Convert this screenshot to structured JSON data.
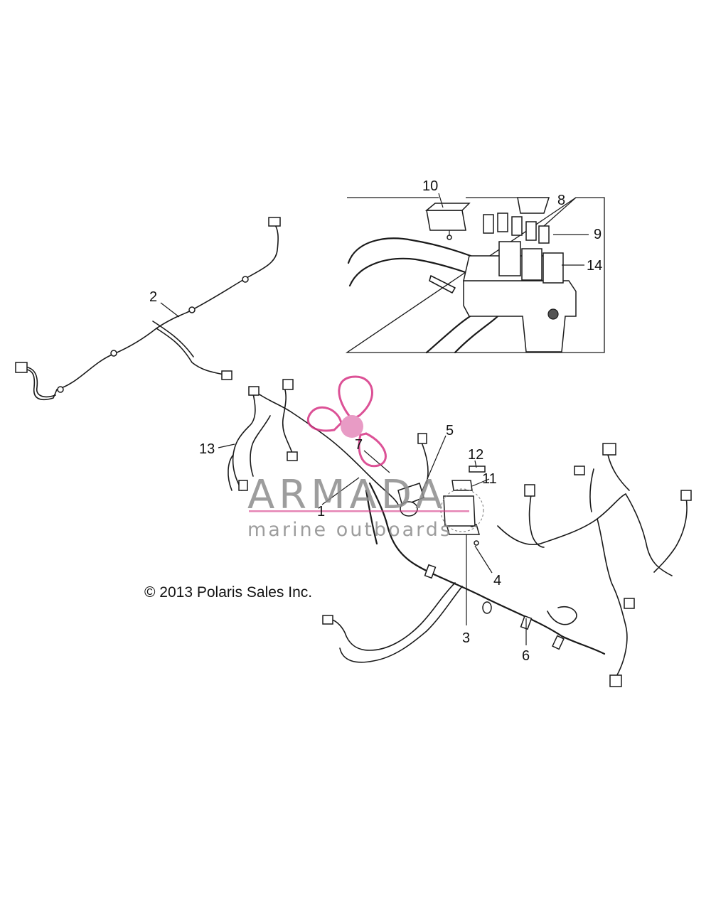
{
  "copyright": "© 2013 Polaris Sales Inc.",
  "watermark": {
    "title": "ARMADA",
    "subtitle": "marine outboards",
    "accent_color": "#d63384"
  },
  "callouts": [
    "1",
    "2",
    "3",
    "4",
    "5",
    "6",
    "7",
    "8",
    "9",
    "10",
    "11",
    "12",
    "13",
    "14"
  ]
}
